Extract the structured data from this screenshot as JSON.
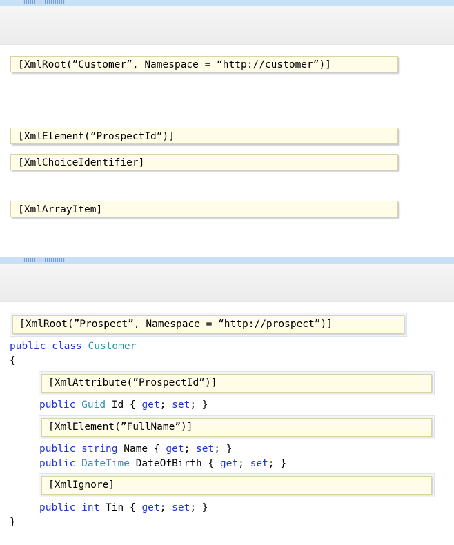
{
  "available_attributes": [
    "[XmlRoot(”Customer”, Namespace = “http://customer”)]",
    "[XmlElement(”ProspectId”)]",
    "[XmlChoiceIdentifier]",
    "[XmlArrayItem]"
  ],
  "placed_attributes": {
    "class_attr": "[XmlRoot(”Prospect”, Namespace = “http://prospect”)]",
    "id_attr": "[XmlAttribute(”ProspectId”)]",
    "name_attr": "[XmlElement(”FullName”)]",
    "tin_attr": "[XmlIgnore]"
  },
  "code": {
    "class_kw1": "public",
    "class_kw2": "class",
    "class_name": "Customer",
    "open_brace": "{",
    "close_brace": "}",
    "id_line": {
      "mod": "public",
      "type": "Guid",
      "rest1": " Id { ",
      "get": "get",
      "semi1": "; ",
      "set": "set",
      "rest2": "; }"
    },
    "name_line": {
      "mod": "public",
      "type": "string",
      "rest1": " Name { ",
      "get": "get",
      "semi1": "; ",
      "set": "set",
      "rest2": "; }"
    },
    "dob_line": {
      "mod": "public",
      "type": "DateTime",
      "rest1": " DateOfBirth { ",
      "get": "get",
      "semi1": "; ",
      "set": "set",
      "rest2": "; }"
    },
    "tin_line": {
      "mod": "public",
      "type": "int",
      "rest1": " Tin { ",
      "get": "get",
      "semi1": "; ",
      "set": "set",
      "rest2": "; }"
    }
  }
}
